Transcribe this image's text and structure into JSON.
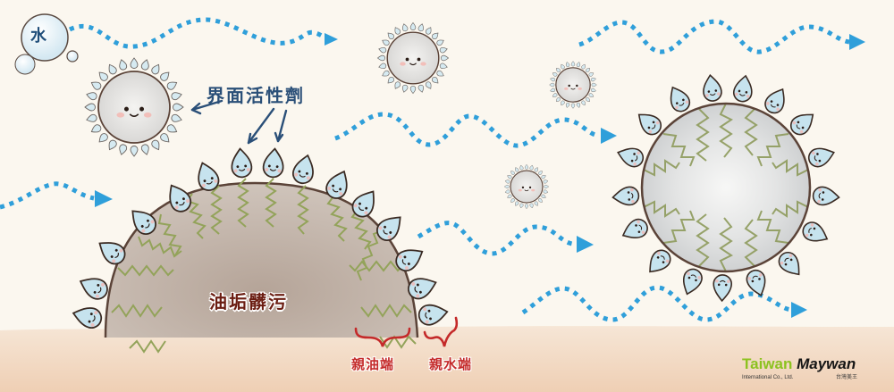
{
  "labels": {
    "water": "水",
    "surfactant": "界面活性劑",
    "oil_dirt": "油垢髒污",
    "lipophilic_end": "親油端",
    "hydrophilic_end": "親水端"
  },
  "logo": {
    "brand_part1": "Taiwan",
    "brand_part2": "Maywan",
    "subtitle": "International Co., Ltd.",
    "subtitle_zh": "台灣美王"
  },
  "colors": {
    "background": "#fbf7ef",
    "floor": "#f1d9c4",
    "water_flow": "#2f9fda",
    "droplet_fill": "#c6e3ee",
    "droplet_outline": "#3a2a22",
    "oil_blob": "#b8aa9f",
    "tail_green": "#93a35a",
    "bracket_red": "#c42a2a",
    "label_blue": "#2a4f78",
    "label_brown": "#6b1d12"
  },
  "diagram": {
    "description": "Surfactant cleaning mechanism: micelles in water; surfactant hydrophilic heads face water, lipophilic tails embed into oil dirt, lifting it off and forming a micelle.",
    "flow_arrows": 6,
    "micelles_small": 5,
    "oil_hemisphere_droplets": 17,
    "lifted_micelle_droplets": 20
  }
}
